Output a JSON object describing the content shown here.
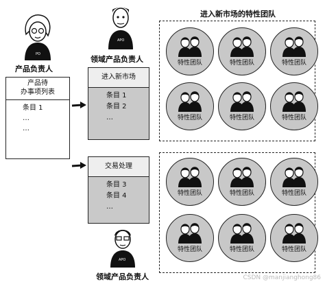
{
  "product_owner": {
    "label": "产品负责人"
  },
  "backlog": {
    "title_line1": "产品待",
    "title_line2": "办事项列表",
    "items": [
      "条目 1",
      "…",
      "…"
    ]
  },
  "domain_owner_top": {
    "label": "领域产品负责人",
    "badge": "APO"
  },
  "domain_owner_bottom": {
    "label": "领域产品负责人",
    "badge": "APO"
  },
  "boards": [
    {
      "title": "进入新市场",
      "items": [
        "条目 1",
        "条目 2",
        "…"
      ]
    },
    {
      "title": "交易处理",
      "items": [
        "条目 3",
        "条目 4",
        "…"
      ]
    }
  ],
  "feature_group_title": "进入新市场的特性团队",
  "team_label": "特性团队",
  "watermark": "CSDN @manjianghong86",
  "icons": [
    "person-icon",
    "arrow-right-icon",
    "team-people-icon"
  ]
}
